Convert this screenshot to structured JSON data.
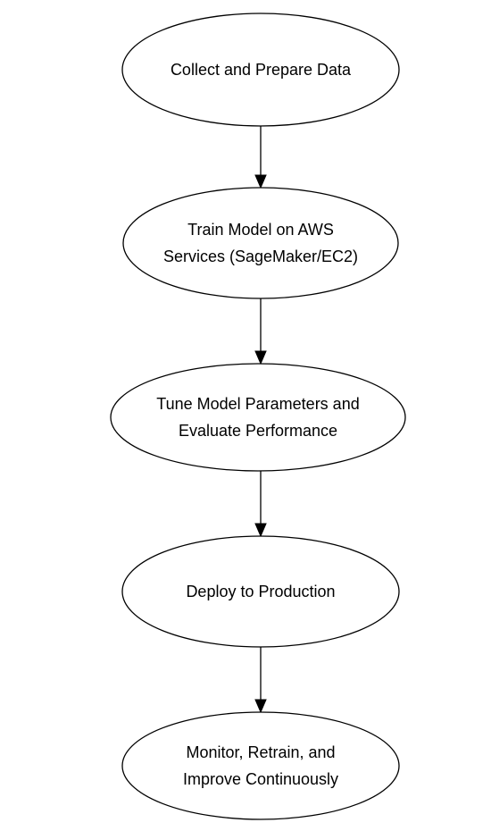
{
  "diagram": {
    "type": "flowchart",
    "direction": "top-to-bottom",
    "nodes": [
      {
        "id": "collect",
        "shape": "ellipse",
        "lines": [
          "Collect and Prepare Data"
        ]
      },
      {
        "id": "train",
        "shape": "ellipse",
        "lines": [
          "Train Model on AWS",
          "Services (SageMaker/EC2)"
        ]
      },
      {
        "id": "tune",
        "shape": "ellipse",
        "lines": [
          "Tune Model Parameters and",
          "Evaluate Performance"
        ]
      },
      {
        "id": "deploy",
        "shape": "ellipse",
        "lines": [
          "Deploy to Production"
        ]
      },
      {
        "id": "monitor",
        "shape": "ellipse",
        "lines": [
          "Monitor, Retrain, and",
          "Improve Continuously"
        ]
      }
    ],
    "edges": [
      {
        "from": "collect",
        "to": "train"
      },
      {
        "from": "train",
        "to": "tune"
      },
      {
        "from": "tune",
        "to": "deploy"
      },
      {
        "from": "deploy",
        "to": "monitor"
      }
    ]
  }
}
